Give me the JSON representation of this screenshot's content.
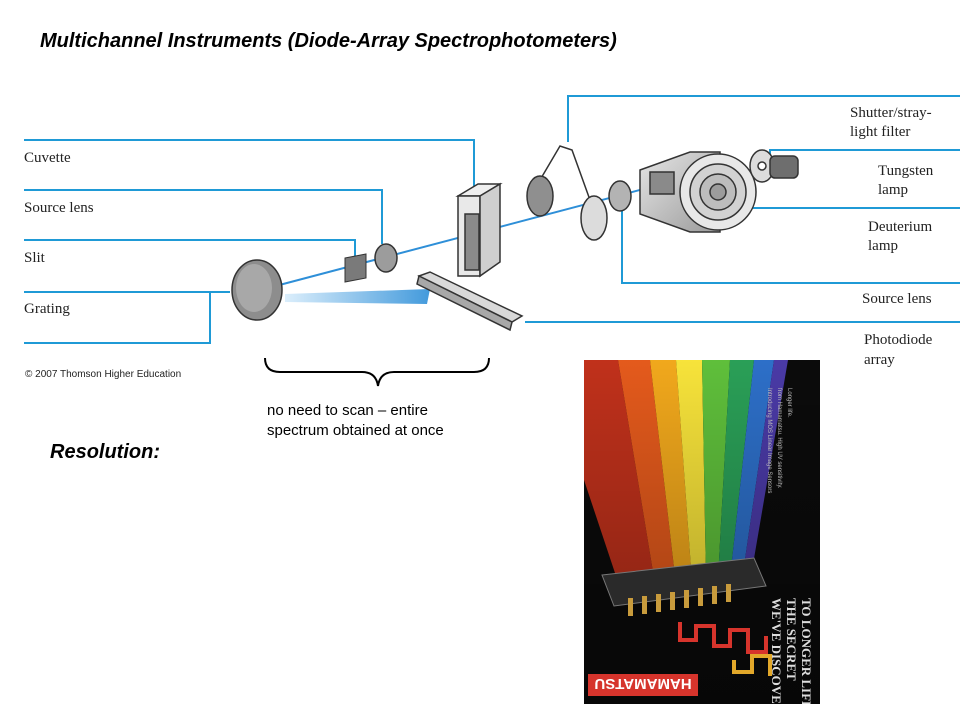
{
  "title": "Multichannel Instruments (Diode-Array Spectrophotometers)",
  "diagram": {
    "labels_left": [
      "Cuvette",
      "Source lens",
      "Slit",
      "Grating"
    ],
    "labels_right": {
      "shutter_1": "Shutter/stray-",
      "shutter_2": "light filter",
      "tungsten_1": "Tungsten",
      "tungsten_2": "lamp",
      "deuterium_1": "Deuterium",
      "deuterium_2": "lamp",
      "source_lens": "Source lens",
      "photodiode_1": "Photodiode",
      "photodiode_2": "array"
    },
    "copyright": "© 2007 Thomson Higher Education",
    "colors": {
      "leader_lines": "#1f9ad6",
      "light_beam": "#2e8fd8"
    }
  },
  "note": {
    "line1": "no need to scan – entire",
    "line2": "spectrum obtained at once"
  },
  "resolution_label": "Resolution:",
  "advertisement": {
    "brand": "HAMAMATSU",
    "headline": [
      "WE'VE",
      "DISCOVERED",
      "THE SECRET",
      "TO LONGER",
      "LIFE."
    ],
    "intro": [
      "Introducing",
      "MOS Linear Image",
      "Sensors from",
      "Hamamatsu.",
      "High UV sensitivity.",
      "Longer life."
    ]
  }
}
